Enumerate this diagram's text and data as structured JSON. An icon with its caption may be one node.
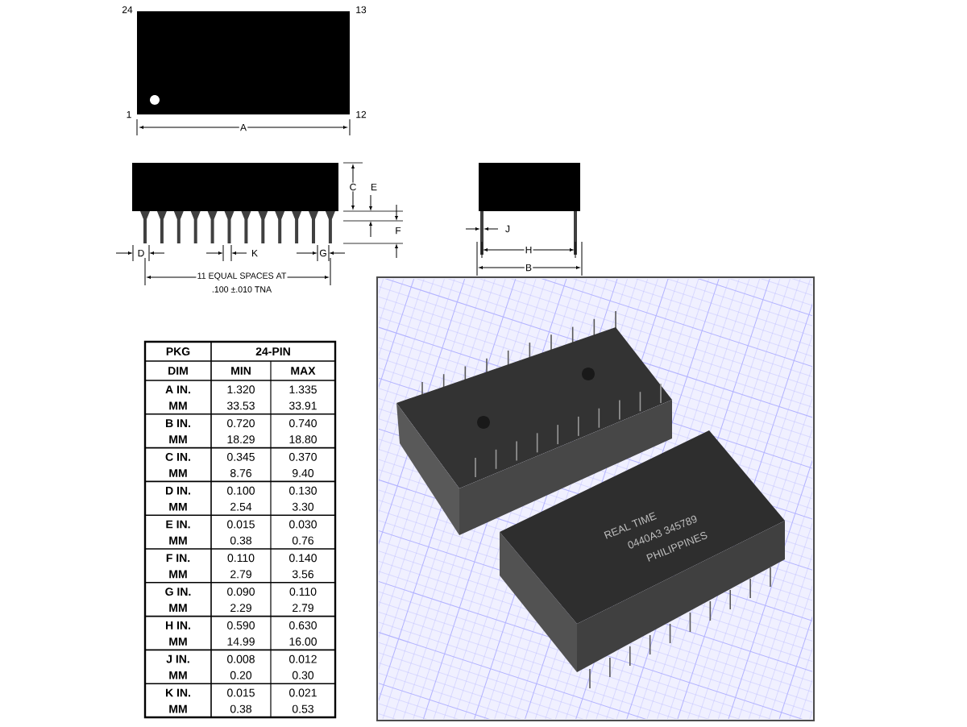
{
  "diagram": {
    "labels": [
      "24",
      "13",
      "1",
      "12",
      "A",
      "C",
      "E",
      "F",
      "D",
      "K",
      "G",
      "11 EQUAL SPACES AT",
      ".100 ±.010 TNA",
      "J",
      "H",
      "B",
      "PKG",
      "24-PIN",
      "DIM",
      "MIN",
      "MAX",
      "A IN.",
      "1.320",
      "1.335",
      "MM",
      "33.53",
      "33.91",
      "B IN.",
      "0.720",
      "0.740",
      "MM",
      "18.29",
      "18.80",
      "C IN.",
      "0.345",
      "0.370",
      "MM",
      "8.76",
      "9.40",
      "D IN.",
      "0.100",
      "0.130",
      "MM",
      "2.54",
      "3.30",
      "E IN.",
      "0.015",
      "0.030",
      "MM",
      "0.38",
      "0.76",
      "F IN.",
      "0.110",
      "0.140",
      "MM",
      "2.79",
      "3.56",
      "G IN.",
      "0.090",
      "0.110",
      "MM",
      "2.29",
      "2.79",
      "H IN.",
      "0.590",
      "0.630",
      "MM",
      "14.99",
      "16.00",
      "J IN.",
      "0.008",
      "0.012",
      "MM",
      "0.20",
      "0.30",
      "K IN.",
      "0.015",
      "0.021",
      "MM",
      "0.38",
      "0.53",
      "REAL TIME",
      "0440A3 345789",
      "PHILIPPINES"
    ]
  }
}
